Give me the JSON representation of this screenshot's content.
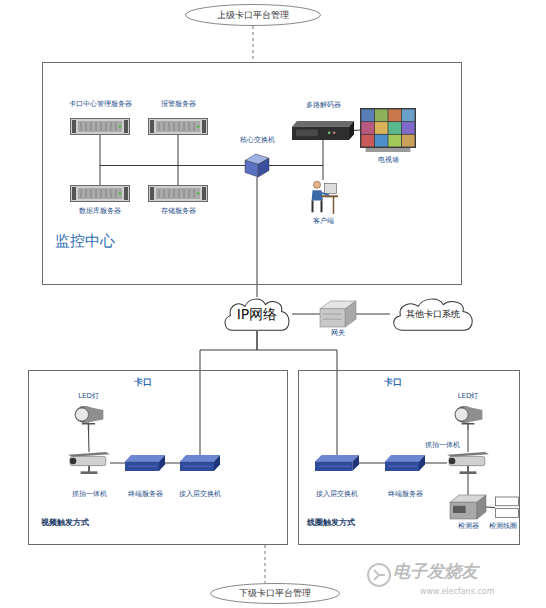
{
  "diagram": {
    "nodes": [
      {
        "text": [
          "上级卡口平台管理"
        ]
      },
      {
        "text": [
          "监控中心"
        ]
      },
      {
        "text": [
          "卡口中心管理服务器"
        ],
        "in": 1
      },
      {
        "text": [
          "报警服务器"
        ],
        "in": 1
      },
      {
        "text": [
          "数据库服务器"
        ],
        "in": 1
      },
      {
        "text": [
          "存储服务器"
        ],
        "in": 1
      },
      {
        "text": [
          "核心交换机"
        ],
        "in": 1
      },
      {
        "text": [
          "多路解码器"
        ],
        "in": 1
      },
      {
        "text": [
          "电视墙"
        ],
        "in": 1
      },
      {
        "text": [
          "客户端"
        ],
        "in": 1
      },
      {
        "text": [
          "IP网络"
        ]
      },
      {
        "text": [
          "网关"
        ]
      },
      {
        "text": [
          "其他卡口系统"
        ]
      },
      {
        "text": [
          "卡口",
          "视频触发方式"
        ]
      },
      {
        "text": [
          "LED灯"
        ],
        "in": 13
      },
      {
        "text": [
          "抓拍一体机"
        ],
        "in": 13
      },
      {
        "text": [
          "终端服务器"
        ],
        "in": 13
      },
      {
        "text": [
          "接入层交换机"
        ],
        "in": 13
      },
      {
        "text": [
          "卡口",
          "线圈触发方式"
        ]
      },
      {
        "text": [
          "LED灯"
        ],
        "in": 18
      },
      {
        "text": [
          "抓拍一体机"
        ],
        "in": 18
      },
      {
        "text": [
          "接入层交换机"
        ],
        "in": 18
      },
      {
        "text": [
          "终端服务器"
        ],
        "in": 18
      },
      {
        "text": [
          "检测器"
        ],
        "in": 18
      },
      {
        "text": [
          "检测线圈"
        ],
        "in": 18
      },
      {
        "text": [
          "下级卡口平台管理"
        ]
      }
    ],
    "edges": [
      {
        "from": 0,
        "to": 1,
        "arrow": "none"
      },
      {
        "from": 2,
        "to": 6,
        "arrow": "none"
      },
      {
        "from": 3,
        "to": 6,
        "arrow": "none"
      },
      {
        "from": 4,
        "to": 6,
        "arrow": "none"
      },
      {
        "from": 5,
        "to": 6,
        "arrow": "none"
      },
      {
        "from": 6,
        "to": 7,
        "arrow": "none"
      },
      {
        "from": 6,
        "to": 9,
        "arrow": "none"
      },
      {
        "from": 7,
        "to": 8,
        "arrow": "none"
      },
      {
        "from": 6,
        "to": 10,
        "arrow": "none"
      },
      {
        "from": 10,
        "to": 11,
        "arrow": "none"
      },
      {
        "from": 11,
        "to": 12,
        "arrow": "none"
      },
      {
        "from": 10,
        "to": 17,
        "arrow": "none"
      },
      {
        "from": 10,
        "to": 21,
        "arrow": "none"
      },
      {
        "from": 14,
        "to": 15,
        "arrow": "none"
      },
      {
        "from": 15,
        "to": 16,
        "arrow": "none"
      },
      {
        "from": 16,
        "to": 17,
        "arrow": "none"
      },
      {
        "from": 21,
        "to": 22,
        "arrow": "none"
      },
      {
        "from": 22,
        "to": 20,
        "arrow": "none"
      },
      {
        "from": 19,
        "to": 20,
        "arrow": "none"
      },
      {
        "from": 20,
        "to": 23,
        "arrow": "none"
      },
      {
        "from": 23,
        "to": 24,
        "arrow": "none"
      },
      {
        "from": 13,
        "to": 25,
        "arrow": "none"
      }
    ],
    "labels": [
      "电子发烧友",
      "www.elecfans.com"
    ]
  }
}
